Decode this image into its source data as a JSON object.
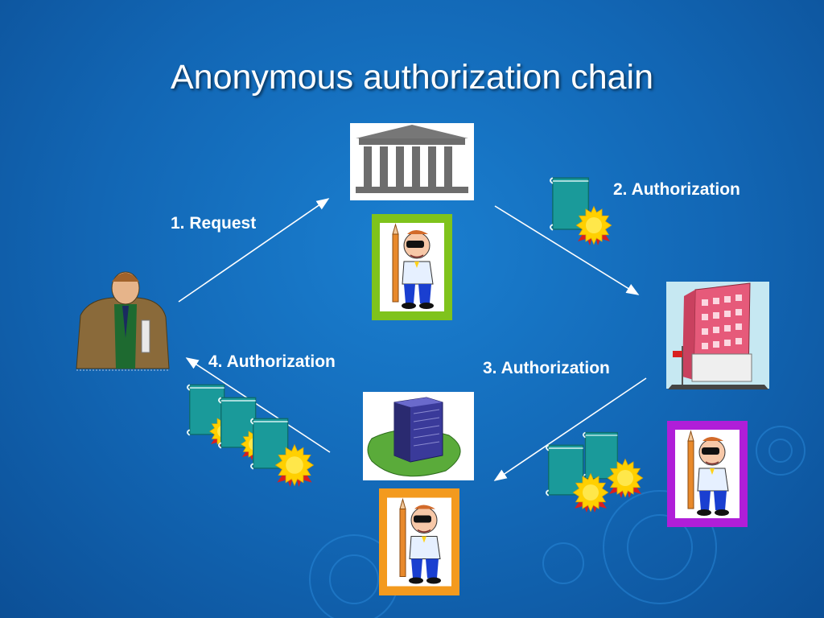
{
  "slide": {
    "title": "Anonymous authorization chain",
    "colors": {
      "background": "#1266b4",
      "text": "#ffffff",
      "certificate": "#1a9a9a",
      "seal": "#ffd000",
      "ribbon": "#d82020",
      "frame_top": "#7fc31c",
      "frame_right": "#b01ed8",
      "frame_bottom": "#f39a1e"
    }
  },
  "steps": [
    {
      "label": "1. Request"
    },
    {
      "label": "2. Authorization"
    },
    {
      "label": "3. Authorization"
    },
    {
      "label": "4. Authorization"
    }
  ]
}
